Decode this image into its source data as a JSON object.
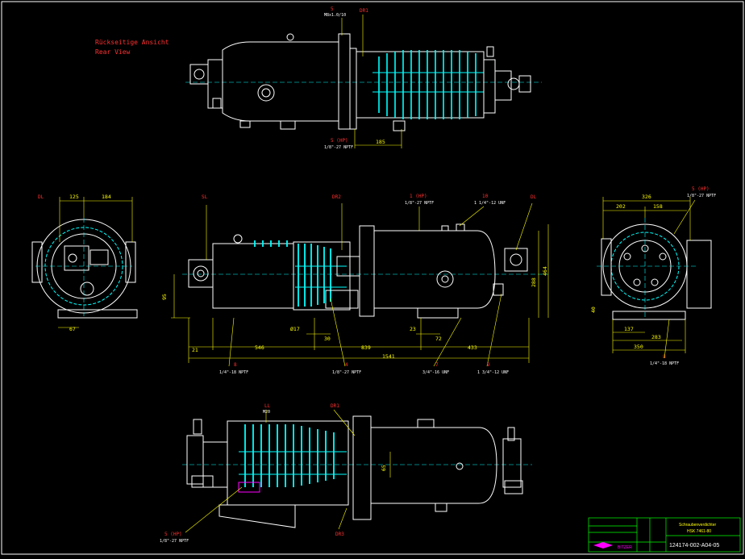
{
  "drawing": {
    "view_label_de": "Rückseitige Ansicht",
    "view_label_en": "Rear View",
    "colors": {
      "background": "#000000",
      "outline": "#ffffff",
      "fins": "#00ffff",
      "dims": "#ffff00",
      "labels": "#ff3030",
      "hidden": "#ff00ff",
      "tb": "#00ff00"
    }
  },
  "top_view": {
    "labels": {
      "port5": "5",
      "port5_sub": "M8x1.0/10",
      "dr1": "DR1",
      "port5hp": "5 (HP)",
      "thread5": "1/8\"-27 NPTF",
      "dim185": "185"
    }
  },
  "left_view": {
    "labels": {
      "dl": "DL",
      "d125": "125",
      "d184": "184",
      "d67": "67"
    }
  },
  "front_view": {
    "labels": {
      "sl": "SL",
      "dr2": "DR2",
      "port1": "1 (HP)",
      "thread1": "1/8\"-27 NPTF",
      "p10": "10",
      "thread10": "1 1/4\"-12 UNF",
      "dl": "DL",
      "d95": "95",
      "d288": "288",
      "d464": "464",
      "d16": "Ø17",
      "d30": "30",
      "d21": "21",
      "d546": "546",
      "d839": "839",
      "d23": "23",
      "d72": "72",
      "d433": "433",
      "d1541": "1541",
      "p8": "8",
      "thread8": "1/4\"-18 NPTF",
      "p4": "4",
      "thread4": "1/8\"-27 NPTF",
      "p7": "7",
      "thread7": "3/4\"-16 UNF",
      "p9": "9",
      "thread9": "1 3/4\"-12 UNF"
    }
  },
  "right_view": {
    "labels": {
      "d326": "326",
      "d202": "202",
      "d158": "158",
      "port5hp": "5 (HP)",
      "thread5": "1/8\"-27 NPTF",
      "d40": "40",
      "d137": "137",
      "d283": "283",
      "d350": "350",
      "p8": "8",
      "thread8": "1/4\"-18 NPTF"
    }
  },
  "bottom_view": {
    "labels": {
      "ll": "LL",
      "ll_sub": "M20",
      "dr1": "DR1",
      "d65": "65",
      "dr3": "DR3",
      "port5hp": "5 (HP)",
      "thread5": "1/8\"-27 NPTF"
    }
  },
  "title_block": {
    "company": "BITZER",
    "title_de": "Schraubenverdichter",
    "model": "HSK 7461-80",
    "drawing_no": "124174-002-A04-05"
  }
}
